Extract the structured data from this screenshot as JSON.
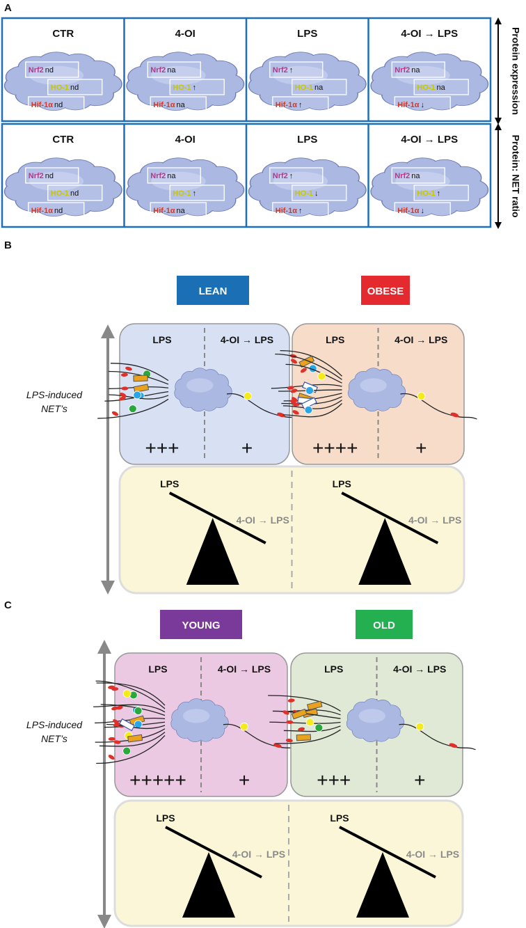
{
  "panel_a": {
    "letter": "A",
    "row_labels": [
      "Protein expression",
      "Protein: NET ratio"
    ],
    "columns": [
      "CTR",
      "4-OI",
      "LPS",
      "4-OI → LPS"
    ],
    "markers": [
      "Nrf2",
      "HO-1",
      "Hif-1α"
    ],
    "marker_colors": [
      "#b03a8a",
      "#c8c800",
      "#d03a2a"
    ],
    "rows": [
      {
        "cells": [
          [
            "nd",
            "nd",
            "nd"
          ],
          [
            "na",
            "↑",
            "na"
          ],
          [
            "↑",
            "na",
            "↑"
          ],
          [
            "na",
            "na",
            "↓"
          ]
        ]
      },
      {
        "cells": [
          [
            "nd",
            "nd",
            "nd"
          ],
          [
            "na",
            "↑",
            "na"
          ],
          [
            "↑",
            "↓",
            "↑"
          ],
          [
            "na",
            "↑",
            "↓"
          ]
        ]
      }
    ]
  },
  "panel_b": {
    "letter": "B",
    "groups": [
      {
        "badge": "LEAN",
        "color": "#1a6fb5"
      },
      {
        "badge": "OBESE",
        "color": "#e42a2f"
      }
    ],
    "cond_left": "LPS",
    "cond_right": "4-OI → LPS",
    "plus_left": [
      "+++",
      "++++"
    ],
    "plus_right": [
      "+",
      "+"
    ],
    "axis_label": [
      "LPS-induced",
      "NET’s"
    ],
    "balance_left": "LPS",
    "balance_right": "4-OI → LPS"
  },
  "panel_c": {
    "letter": "C",
    "groups": [
      {
        "badge": "YOUNG",
        "color": "#7a3a9a"
      },
      {
        "badge": "OLD",
        "color": "#24b050"
      }
    ],
    "cond_left": "LPS",
    "cond_right": "4-OI → LPS",
    "plus_left": [
      "+++++",
      "+++"
    ],
    "plus_right": [
      "+",
      "+"
    ],
    "axis_label": [
      "LPS-induced",
      "NET’s"
    ],
    "balance_left": "LPS",
    "balance_right": "4-OI → LPS"
  },
  "colors": {
    "frame_blue": "#1f6fb8",
    "cloud_fill": "#aab8e2",
    "lean_bg": "#d7e1f3",
    "obese_bg": "#f6dcc9",
    "young_bg": "#ecc9e3",
    "old_bg": "#dfe9d6",
    "balance_bg": "#fbf6d8",
    "dot_yellow": "#f4ea1c",
    "dot_blue": "#28a6e6",
    "dot_green": "#2aa83e",
    "dot_red": "#e0302a",
    "rect_orange": "#e8a21e"
  }
}
